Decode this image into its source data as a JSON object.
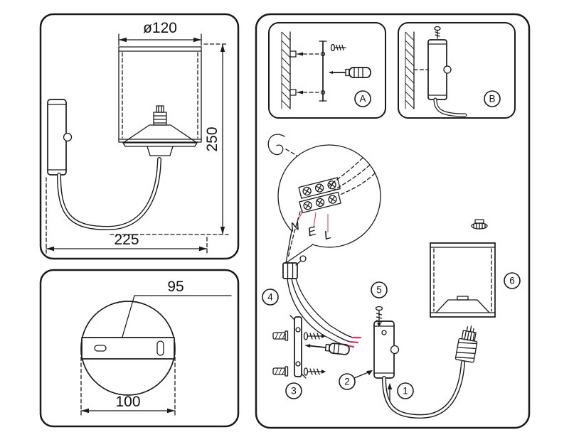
{
  "side_view": {
    "diameter": "ø120",
    "height": "250",
    "depth": "225"
  },
  "top_view": {
    "plate_width": "95",
    "base_diameter": "100"
  },
  "steps": {
    "a": "A",
    "b": "B",
    "s1": "1",
    "s2": "2",
    "s3": "3",
    "s4": "4",
    "s5": "5",
    "s6": "6"
  },
  "wiring": {
    "n": "N",
    "e": "E",
    "l": "L"
  },
  "colors": {
    "line": "#1a1a1a",
    "wire_mark": "#d6336c",
    "background": "#ffffff"
  }
}
